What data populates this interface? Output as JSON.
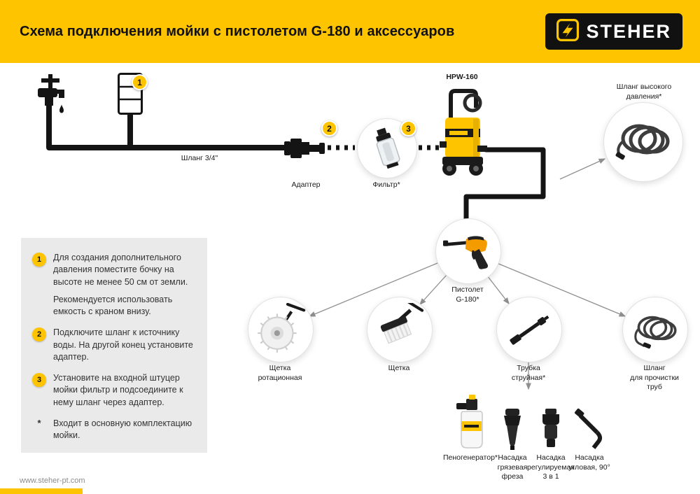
{
  "header": {
    "title": "Схема подключения мойки с пистолетом G-180 и аксессуаров",
    "brand": "STEHER",
    "accent_color": "#FFC400"
  },
  "diagram": {
    "washer_model": "HPW-160",
    "supply_hose_label": "Шланг 3/4\"",
    "adapter_label": "Адаптер",
    "filter_label": "Фильтр*",
    "high_pressure_hose_label": "Шланг высокого\nдавления*",
    "gun_label": "Пистолет\nG-180*",
    "badges": {
      "barrel": "1",
      "adapter": "2",
      "filter": "3"
    },
    "accessories": [
      {
        "label": "Щетка\nротационная"
      },
      {
        "label": "Щетка"
      },
      {
        "label": "Трубка\nструйная*"
      },
      {
        "label": "Шланг\nдля прочистки\nтруб"
      }
    ],
    "nozzles": [
      {
        "label": "Пеногенератор*"
      },
      {
        "label": "Насадка\nгрязевая фреза"
      },
      {
        "label": "Насадка\nрегулируемая\n3 в 1"
      },
      {
        "label": "Насадка\nугловая, 90°"
      }
    ]
  },
  "notes": {
    "items": [
      {
        "num": "1",
        "p1": "Для создания дополнительного давления поместите бочку на высоте не менее 50 см от земли.",
        "p2": "Рекомендуется использовать емкость с краном внизу."
      },
      {
        "num": "2",
        "p1": "Подключите шланг к источнику воды. На другой конец установите адаптер."
      },
      {
        "num": "3",
        "p1": "Установите на входной штуцер мойки фильтр и подсоедините к нему шланг через адаптер."
      }
    ],
    "footnote_marker": "*",
    "footnote": "Входит в основную комплектацию мойки."
  },
  "footer": {
    "url": "www.steher-pt.com"
  }
}
